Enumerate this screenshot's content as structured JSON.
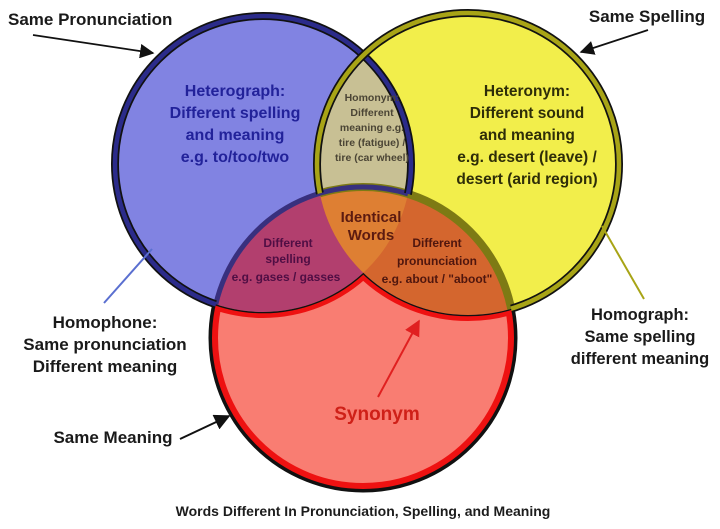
{
  "caption": "Words Different In Pronunciation, Spelling, and Meaning",
  "outer_labels": {
    "same_pronunciation": "Same Pronunciation",
    "same_spelling": "Same Spelling",
    "same_meaning": "Same Meaning",
    "homophone": {
      "lines": [
        "Homophone:",
        "Same pronunciation",
        "Different meaning"
      ],
      "text_color": "#1a1a1a"
    },
    "homograph": {
      "lines": [
        "Homograph:",
        "Same spelling",
        "different meaning"
      ],
      "text_color": "#1a1a1a"
    }
  },
  "circles": {
    "heterograph": {
      "lines": [
        "Heterograph:",
        "Different spelling",
        "and meaning",
        "e.g. to/too/two"
      ],
      "fill": "#8183e2",
      "rim": "#2b2b8a",
      "text_color": "#22229a"
    },
    "heteronym": {
      "lines": [
        "Heteronym:",
        "Different sound",
        "and meaning",
        "e.g. desert (leave) /",
        "desert (arid region)"
      ],
      "fill": "#f2ee4b",
      "rim": "#a8a416",
      "text_color": "#2e2d08"
    },
    "synonym": {
      "label": "Synonym",
      "fill": "#f97d72",
      "rim": "#ee1111",
      "text_color": "#cf2018"
    }
  },
  "overlaps": {
    "homonym": {
      "lines": [
        "Homonym:",
        "Different",
        "meaning e.g.",
        "tire (fatigue) /",
        "tire (car wheel)"
      ],
      "fill": "#c8c094",
      "text_color": "#4b4535"
    },
    "different_spelling": {
      "lines": [
        "Different",
        "spelling",
        "e.g. gases / gasses"
      ],
      "fill": "#b23f6e",
      "text_color": "#4f0e44"
    },
    "different_pronunciation": {
      "lines": [
        "Different",
        "pronunciation",
        "e.g. about / \"aboot\""
      ],
      "fill": "#d4662e",
      "text_color": "#4f160e"
    },
    "identical_words": {
      "lines": [
        "Identical",
        "Words"
      ],
      "fill": "#de7f33",
      "text_color": "#5c1b10"
    }
  },
  "colors": {
    "background": "#ffffff",
    "outline_black": "#111111",
    "label_text": "#1a1a1a",
    "caption_text": "#1c1c1c",
    "homophone_pointer": "#5a6fd0",
    "homograph_pointer": "#a8a416",
    "synonym_arrow": "#e02020",
    "red_edge_in_blue": "#38307e",
    "red_edge_in_yellow": "#7d7a14"
  }
}
